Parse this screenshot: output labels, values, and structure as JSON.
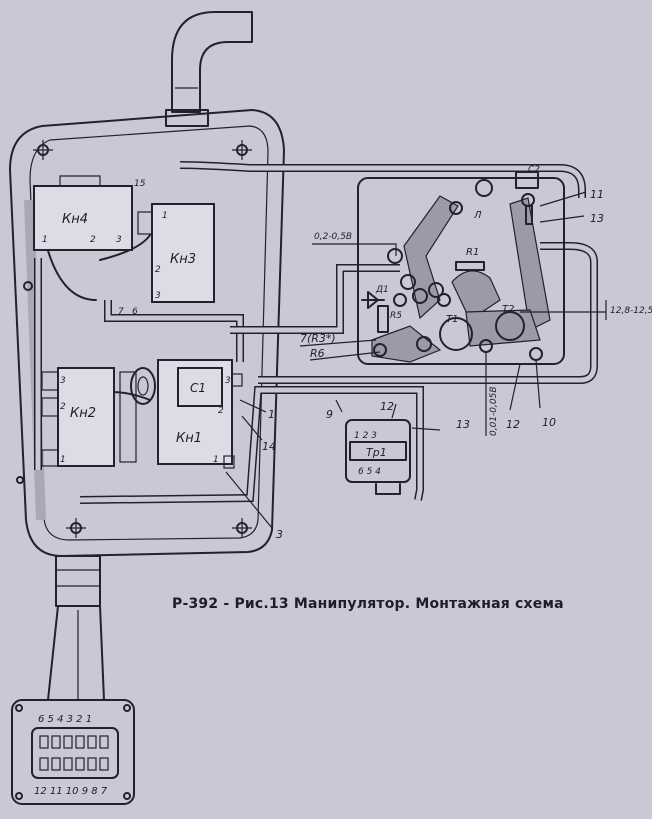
{
  "caption": "Р-392 - Рис.13 Манипулятор. Монтажная схема",
  "components": {
    "kn4": "Кн4",
    "kn3": "Кн3",
    "kn2": "Кн2",
    "kn1": "Кн1",
    "c1": "С1",
    "c2": "С2",
    "r1": "R1",
    "r5": "R5",
    "r6": "R6",
    "t1": "Т1",
    "t2": "Т2",
    "d1": "Д1",
    "lamp": "Л",
    "tr1": "Тр1",
    "r3": "7(R3*)"
  },
  "pins": {
    "kn4": [
      "1",
      "2",
      "3",
      "15"
    ],
    "kn3": [
      "1",
      "2",
      "3",
      "7",
      "6"
    ],
    "kn2": [
      "3",
      "2",
      "1"
    ],
    "kn1": [
      "3",
      "2",
      "1"
    ],
    "tr1_top": "1 2 3",
    "tr1_bottom": "6 5 4"
  },
  "callouts": [
    "1",
    "14",
    "3",
    "9",
    "12",
    "13",
    "12",
    "10",
    "11",
    "13"
  ],
  "voltages": {
    "v1": "0,2-0,5В",
    "v2": "12,8-12,5",
    "v3": "0,01-0,05В"
  },
  "connector": {
    "top_numbers": "6 5 4 3 2 1",
    "bottom_numbers": "12 11 10 9 8 7"
  }
}
